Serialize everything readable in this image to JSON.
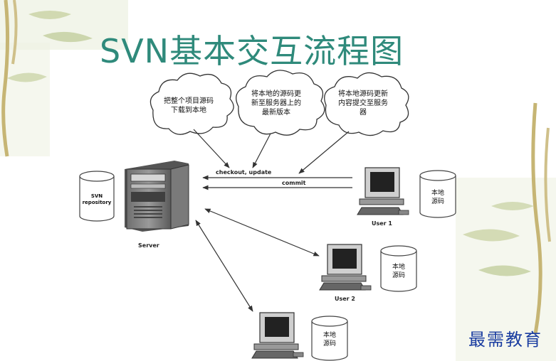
{
  "slide": {
    "title": "SVN基本交互流程图",
    "clouds": [
      {
        "line1": "把整个项目源码",
        "line2": "下载到本地"
      },
      {
        "line1": "将本地的源码更",
        "line2": "新至服务器上的",
        "line3": "最新版本"
      },
      {
        "line1": "将本地源码更新",
        "line2": "内容提交至服务",
        "line3": "器"
      }
    ],
    "arrows": {
      "checkout_update": "checkout, update",
      "commit": "commit"
    },
    "server": {
      "label": "Server",
      "repo_line1": "SVN",
      "repo_line2": "repository"
    },
    "users": [
      {
        "label": "User 1",
        "store_line1": "本地",
        "store_line2": "源码"
      },
      {
        "label": "User 2",
        "store_line1": "本地",
        "store_line2": "源码"
      },
      {
        "label": "",
        "store_line1": "本地",
        "store_line2": "源码"
      }
    ],
    "watermark": "最需教育"
  }
}
